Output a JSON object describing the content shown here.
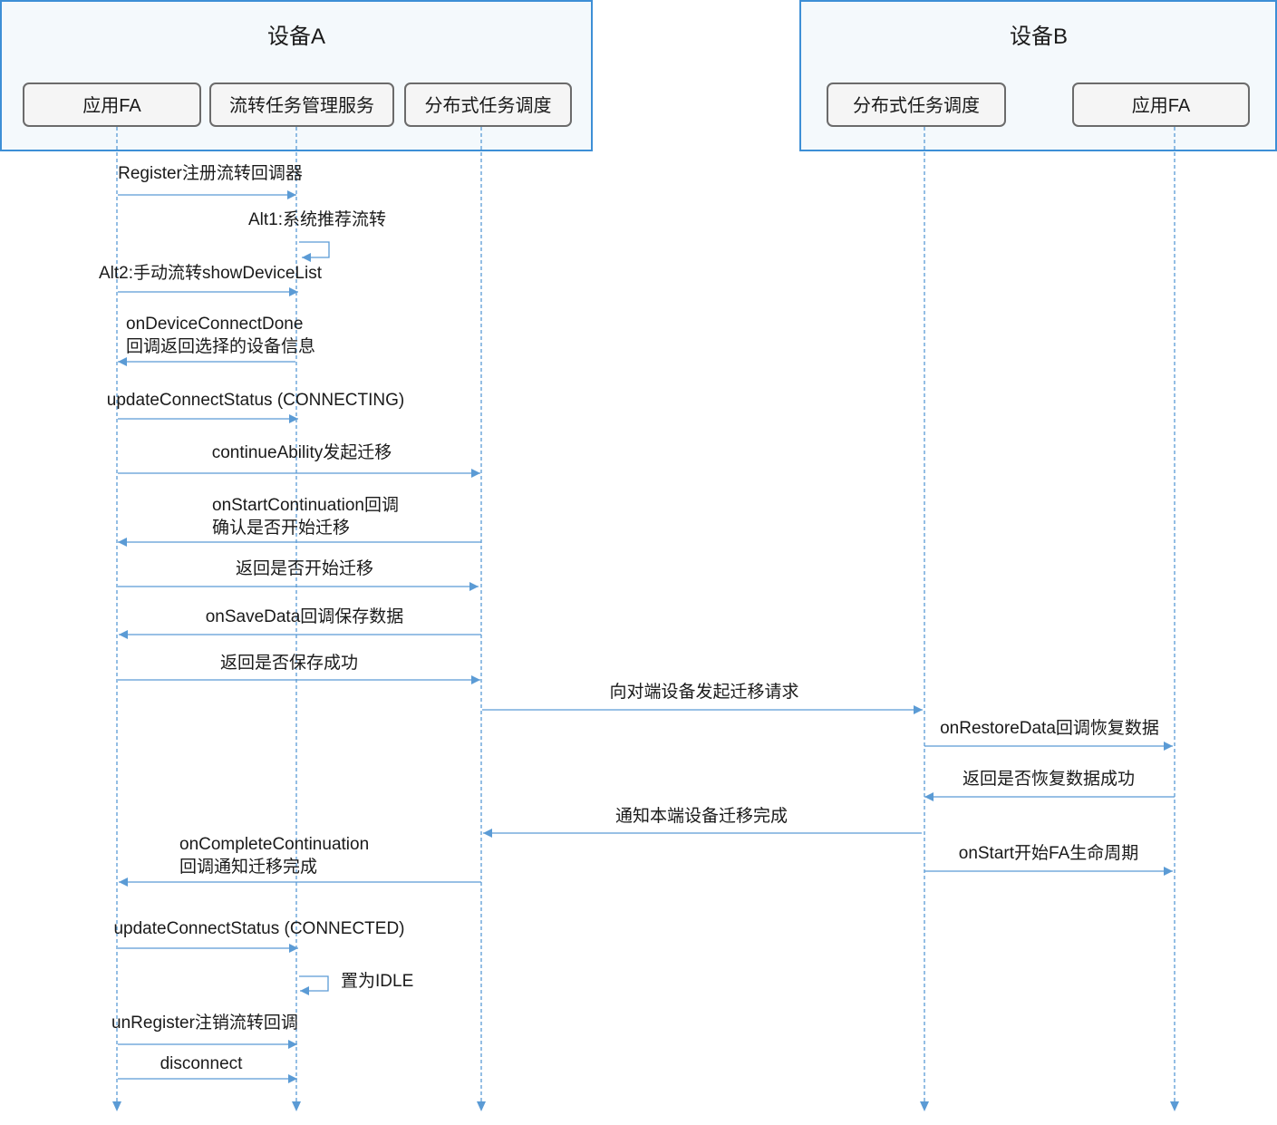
{
  "groups": [
    {
      "id": "A",
      "title": "设备A"
    },
    {
      "id": "B",
      "title": "设备B"
    }
  ],
  "participants": [
    {
      "id": "fa_a",
      "label": "应用FA"
    },
    {
      "id": "mgr",
      "label": "流转任务管理服务"
    },
    {
      "id": "dms_a",
      "label": "分布式任务调度"
    },
    {
      "id": "dms_b",
      "label": "分布式任务调度"
    },
    {
      "id": "fa_b",
      "label": "应用FA"
    }
  ],
  "messages": [
    {
      "from": "fa_a",
      "to": "mgr",
      "lines": [
        "Register注册流转回调器"
      ]
    },
    {
      "from": "mgr",
      "to": "mgr",
      "lines": [
        "Alt1:系统推荐流转"
      ]
    },
    {
      "from": "fa_a",
      "to": "mgr",
      "lines": [
        "Alt2:手动流转showDeviceList"
      ]
    },
    {
      "from": "mgr",
      "to": "fa_a",
      "lines": [
        "onDeviceConnectDone",
        "回调返回选择的设备信息"
      ]
    },
    {
      "from": "fa_a",
      "to": "mgr",
      "lines": [
        "updateConnectStatus (CONNECTING)"
      ]
    },
    {
      "from": "fa_a",
      "to": "dms_a",
      "lines": [
        "continueAbility发起迁移"
      ]
    },
    {
      "from": "dms_a",
      "to": "fa_a",
      "lines": [
        "onStartContinuation回调",
        "确认是否开始迁移"
      ]
    },
    {
      "from": "fa_a",
      "to": "dms_a",
      "lines": [
        "返回是否开始迁移"
      ]
    },
    {
      "from": "dms_a",
      "to": "fa_a",
      "lines": [
        "onSaveData回调保存数据"
      ]
    },
    {
      "from": "fa_a",
      "to": "dms_a",
      "lines": [
        "返回是否保存成功"
      ]
    },
    {
      "from": "dms_a",
      "to": "dms_b",
      "lines": [
        "向对端设备发起迁移请求"
      ]
    },
    {
      "from": "dms_b",
      "to": "fa_b",
      "lines": [
        "onRestoreData回调恢复数据"
      ]
    },
    {
      "from": "fa_b",
      "to": "dms_b",
      "lines": [
        "返回是否恢复数据成功"
      ]
    },
    {
      "from": "dms_b",
      "to": "dms_a",
      "lines": [
        "通知本端设备迁移完成"
      ]
    },
    {
      "from": "dms_a",
      "to": "fa_a",
      "lines": [
        "onCompleteContinuation",
        "回调通知迁移完成"
      ]
    },
    {
      "from": "dms_b",
      "to": "fa_b",
      "lines": [
        "onStart开始FA生命周期"
      ]
    },
    {
      "from": "fa_a",
      "to": "mgr",
      "lines": [
        "updateConnectStatus (CONNECTED)"
      ]
    },
    {
      "from": "mgr",
      "to": "mgr",
      "lines": [
        "置为IDLE"
      ]
    },
    {
      "from": "fa_a",
      "to": "mgr",
      "lines": [
        "unRegister注销流转回调"
      ]
    },
    {
      "from": "fa_a",
      "to": "mgr",
      "lines": [
        "disconnect"
      ]
    }
  ],
  "colors": {
    "group_border": "#3d8fd6",
    "group_fill": "#f4f9fc",
    "actor_fill": "#f5f5f5",
    "actor_border": "#6b6b6b",
    "line": "#5b9bd5",
    "text": "#1a1a1a"
  }
}
